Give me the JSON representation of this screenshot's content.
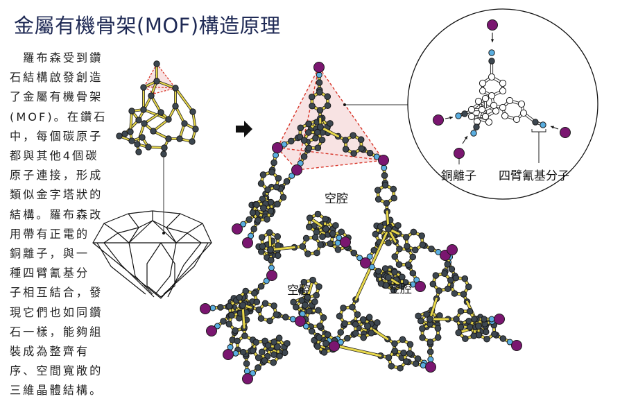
{
  "title": "金屬有機骨架(MOF)構造原理",
  "body_lines": [
    "　羅布森受到鑽",
    "石結構啟發創造",
    "了金屬有機骨架",
    "(MOF)。在鑽石",
    "中，每個碳原子",
    "都與其他4個碳",
    "原子連接，形成",
    "類似金字塔狀的",
    "結構。羅布森改",
    "用帶有正電的",
    "銅離子，與一",
    "種四臂氰基分",
    "子相互結合，發",
    "現它們也如同鑽",
    "石一樣，能夠組",
    "裝成為整齊有",
    "序、空間寬敞的",
    "三維晶體結構。"
  ],
  "labels": {
    "cavity_top": "空腔",
    "cavity_left": "空腔",
    "cavity_right": "空腔",
    "copper_ion": "銅離子",
    "four_arm_cyano": "四臂氰基分子"
  },
  "colors": {
    "title": "#1f2a55",
    "copper": "#7a1670",
    "nitrogen": "#5aaee0",
    "carbon": "#3d4750",
    "bond": "#e8d84a",
    "tetra_fill": "#f6d9d9",
    "tetra_line": "#d8362a",
    "white_atom": "#ffffff"
  },
  "icons": {
    "arrow": "right-arrow-icon"
  }
}
